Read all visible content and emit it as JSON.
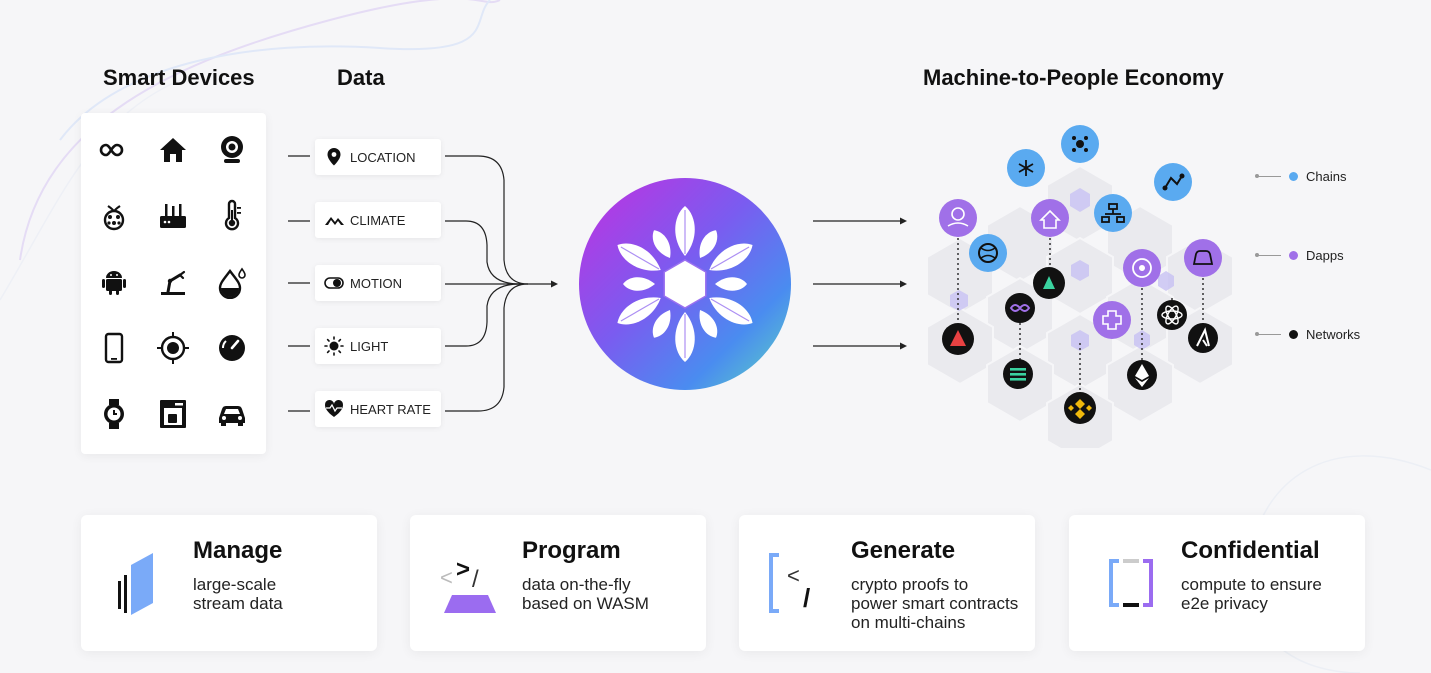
{
  "headings": {
    "devices": "Smart Devices",
    "data": "Data",
    "economy": "Machine-to-People Economy"
  },
  "device_icons": [
    "infinity-icon",
    "home-icon",
    "webcam-icon",
    "raspberry-icon",
    "router-icon",
    "thermometer-icon",
    "android-icon",
    "robot-arm-icon",
    "water-drop-icon",
    "smartphone-icon",
    "target-icon",
    "gauge-icon",
    "smartwatch-icon",
    "coffee-machine-icon",
    "car-icon"
  ],
  "data_chips": [
    {
      "label": "LOCATION",
      "icon": "location-pin-icon"
    },
    {
      "label": "CLIMATE",
      "icon": "mountain-icon"
    },
    {
      "label": "MOTION",
      "icon": "toggle-icon"
    },
    {
      "label": "LIGHT",
      "icon": "sun-icon"
    },
    {
      "label": "HEART RATE",
      "icon": "heart-rate-icon"
    }
  ],
  "legend": [
    {
      "label": "Chains",
      "color": "#5aaaf0"
    },
    {
      "label": "Dapps",
      "color": "#a070e8"
    },
    {
      "label": "Networks",
      "color": "#111111"
    }
  ],
  "colors": {
    "chains": "#5aaaf0",
    "dapps": "#a070e8",
    "networks": "#111111",
    "accent_purple": "#9b6cf0",
    "accent_blue": "#6aa0f5"
  },
  "cards": [
    {
      "title": "Manage",
      "desc": "large-scale\nstream data",
      "icon": "stream-layers-icon"
    },
    {
      "title": "Program",
      "desc": "data on-the-fly\nbased on WASM",
      "icon": "code-prompt-icon"
    },
    {
      "title": "Generate",
      "desc": "crypto proofs to\npower smart contracts\non multi-chains",
      "icon": "code-bracket-icon"
    },
    {
      "title": "Confidential",
      "desc": "compute to ensure\ne2e privacy",
      "icon": "secure-bracket-icon"
    }
  ]
}
